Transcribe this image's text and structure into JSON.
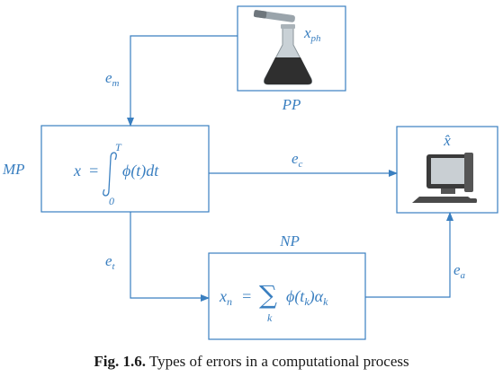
{
  "nodes": {
    "pp": {
      "label": "PP",
      "symbol": "x",
      "symbol_sub": "ph"
    },
    "mp": {
      "label": "MP",
      "lhs": "x",
      "eq": "=",
      "upper": "T",
      "lower": "0",
      "integrand": "ϕ(t)dt"
    },
    "np": {
      "label": "NP",
      "lhs_var": "x",
      "lhs_sub": "n",
      "eq": "=",
      "sum_index": "k",
      "term_a": "ϕ(t",
      "term_a_sub": "k",
      "term_b": ")α",
      "term_b_sub": "k"
    },
    "computer": {
      "symbol": "x̂"
    }
  },
  "edges": {
    "em": {
      "var": "e",
      "sub": "m"
    },
    "ec": {
      "var": "e",
      "sub": "c"
    },
    "et": {
      "var": "e",
      "sub": "t"
    },
    "ea": {
      "var": "e",
      "sub": "a"
    }
  },
  "caption": {
    "label": "Fig. 1.6.",
    "text": " Types of errors in a computational process"
  },
  "colors": {
    "line": "#3a7fc0",
    "box": "#3a7fc0",
    "text": "#3a7fc0",
    "flask_glass": "#b8c4cc",
    "flask_liquid": "#2a2a2a",
    "monitor": "#3a3a3a"
  }
}
